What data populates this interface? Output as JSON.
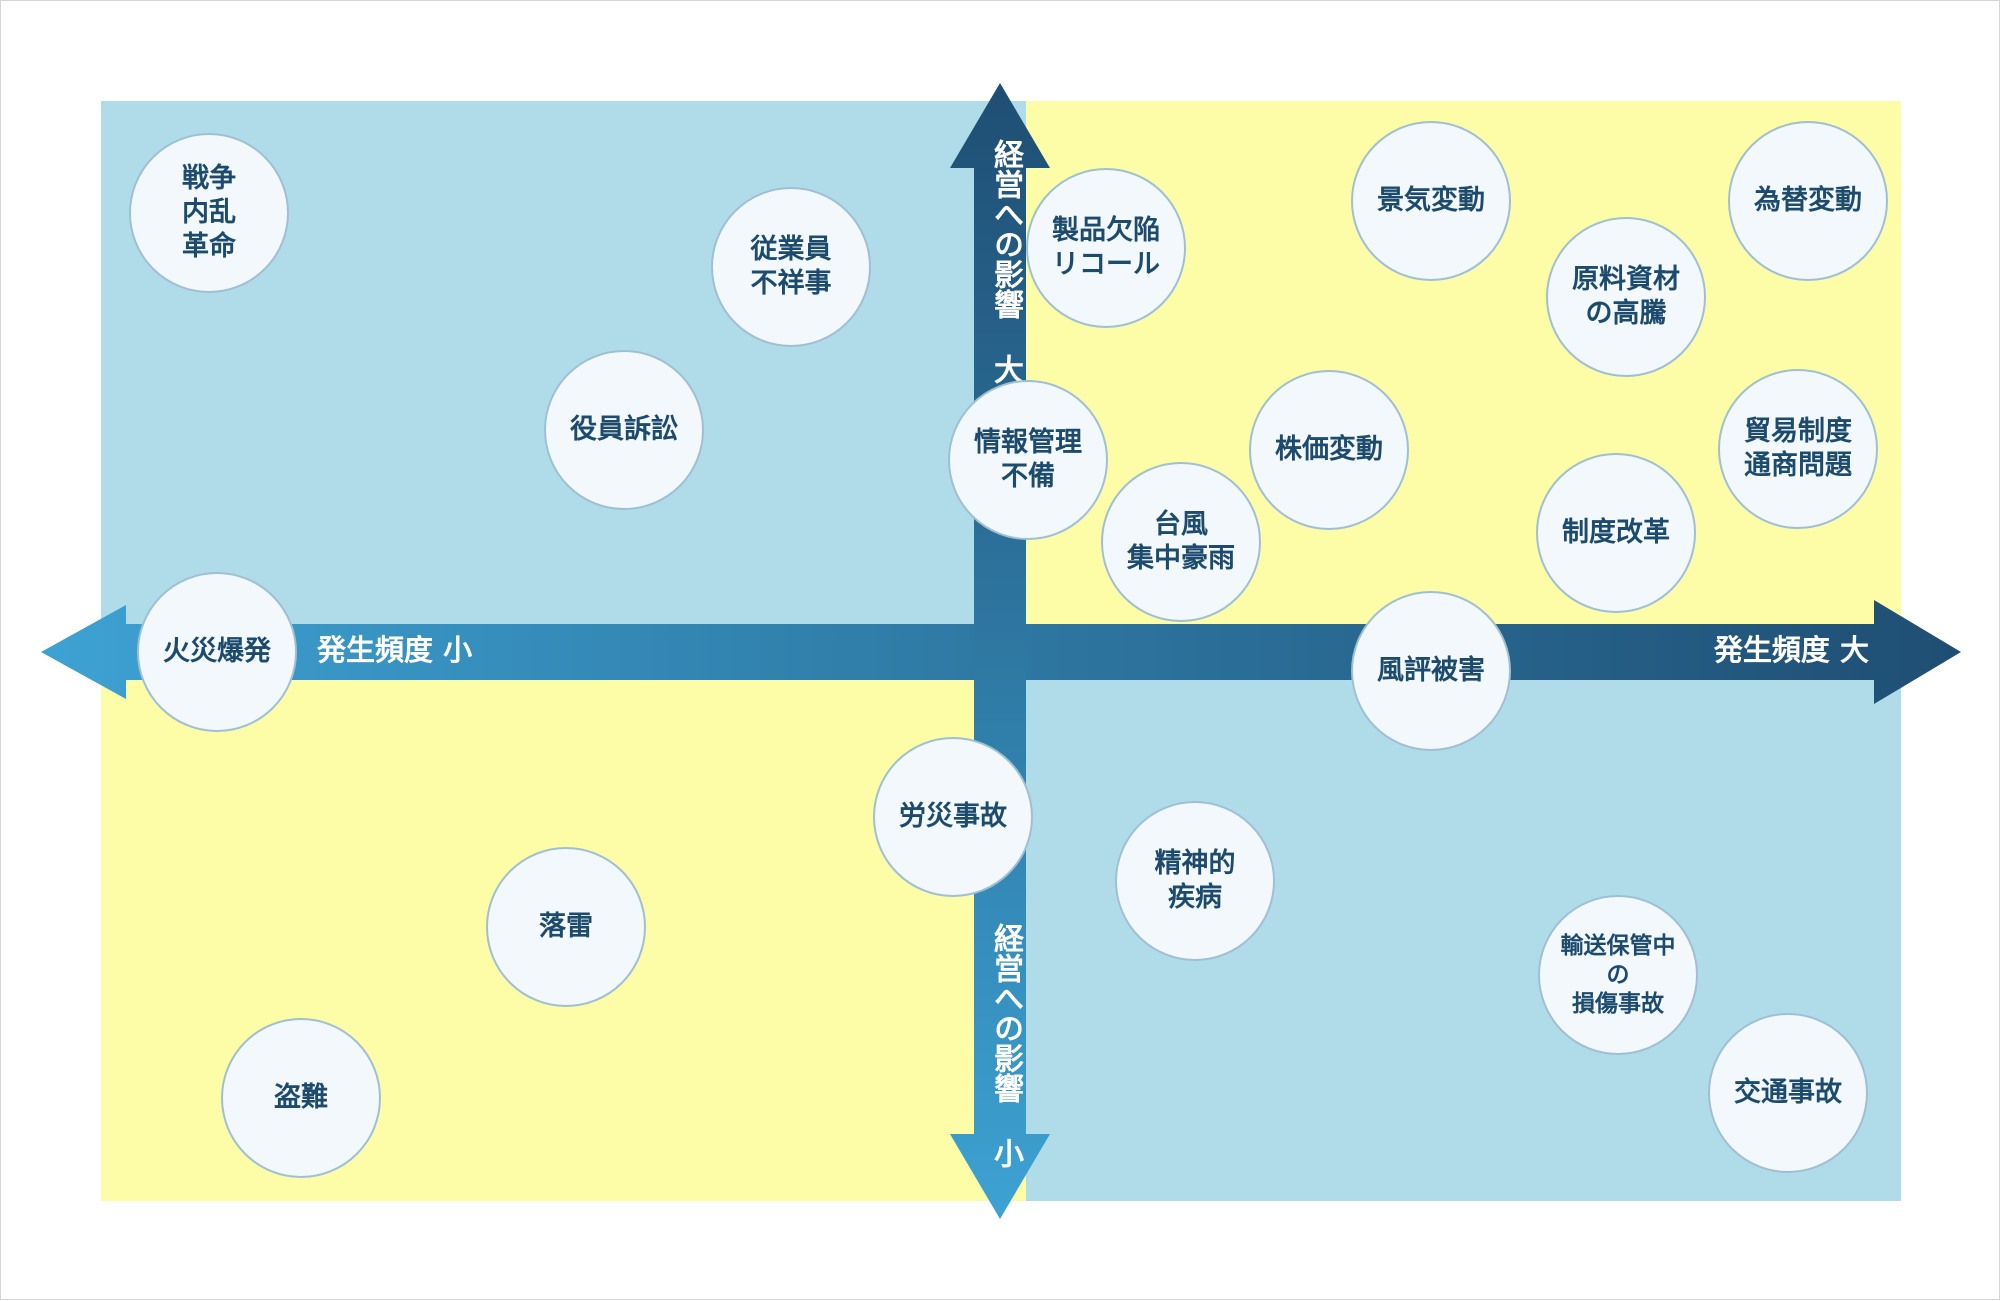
{
  "colors": {
    "quadrant_blue": "#b0dcea",
    "quadrant_yellow": "#fdfda8",
    "arrow_light": "#3da2d3",
    "arrow_dark": "#1f4e73",
    "bubble_fill": "#f3f8fd",
    "bubble_text": "#1d4b6e"
  },
  "axes": {
    "horizontal": {
      "left_label": "発生頻度 小",
      "right_label": "発生頻度 大"
    },
    "vertical": {
      "top_label": "経営への影響 大",
      "bottom_label": "経営への影響 小"
    }
  },
  "risks": [
    {
      "name": "戦争\n内乱\n革命"
    },
    {
      "name": "従業員\n不祥事"
    },
    {
      "name": "役員訴訟"
    },
    {
      "name": "製品欠陥\nリコール"
    },
    {
      "name": "景気変動"
    },
    {
      "name": "為替変動"
    },
    {
      "name": "原料資材\nの高騰"
    },
    {
      "name": "情報管理\n不備"
    },
    {
      "name": "株価変動"
    },
    {
      "name": "貿易制度\n通商問題"
    },
    {
      "name": "台風\n集中豪雨"
    },
    {
      "name": "制度改革"
    },
    {
      "name": "火災爆発"
    },
    {
      "name": "風評被害"
    },
    {
      "name": "労災事故"
    },
    {
      "name": "精神的\n疾病"
    },
    {
      "name": "落雷"
    },
    {
      "name": "輸送保管中\nの\n損傷事故"
    },
    {
      "name": "盗難"
    },
    {
      "name": "交通事故"
    }
  ]
}
